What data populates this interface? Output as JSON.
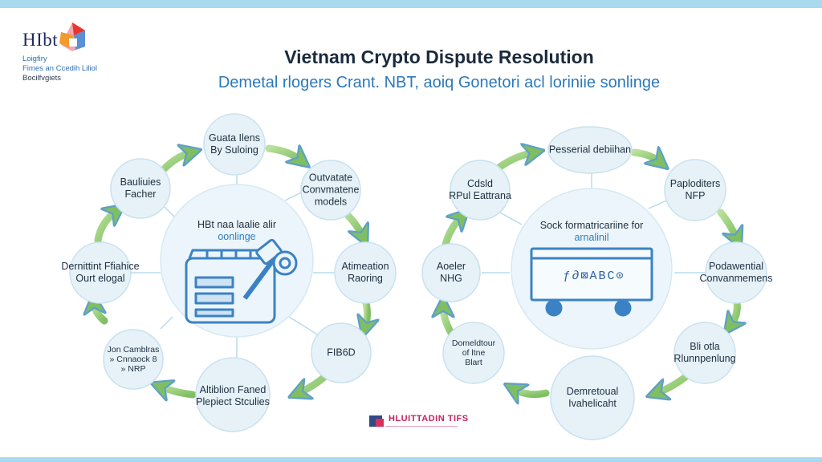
{
  "logo": {
    "brand": "HIbt",
    "line1": "Loigfiry",
    "line2": "Fimes an Ccedih Liliol",
    "line3": "Bocilfvgiets"
  },
  "title": "Vietnam Crypto Dispute Resolution",
  "subtitle": "Demetal rlogers Crant. NBT, aoiq Gonetori acl loriniie sonlinge",
  "left_cycle": {
    "hub": {
      "line1": "HBt naa laalie alir",
      "line2": "oonlinge"
    },
    "nodes": [
      {
        "id": "top",
        "lines": [
          "Guata Ilens",
          "By Suloing"
        ]
      },
      {
        "id": "top-right",
        "lines": [
          "Outvatate",
          "Convmatene",
          "models"
        ]
      },
      {
        "id": "right",
        "lines": [
          "Atimeation",
          "Raoring"
        ]
      },
      {
        "id": "bottom-right",
        "lines": [
          "FIB6D"
        ]
      },
      {
        "id": "bottom",
        "lines": [
          "Altiblion Faned",
          "Plepiect Stculies"
        ]
      },
      {
        "id": "bottom-left",
        "lines": [
          "Jon Camblras",
          "» Cnnaock 8",
          "» NRP"
        ]
      },
      {
        "id": "left",
        "lines": [
          "Dernittint Ffiahice",
          "Ourt elogal"
        ]
      },
      {
        "id": "top-left",
        "lines": [
          "Bauliuies",
          "Facher"
        ]
      }
    ]
  },
  "right_cycle": {
    "hub": {
      "line1": "Sock formatricariine for",
      "line2": "arnalinil"
    },
    "device_text": "ƒ∂⊠ABC⊙",
    "nodes": [
      {
        "id": "top",
        "lines": [
          "Pesserial debiihan"
        ]
      },
      {
        "id": "top-right",
        "lines": [
          "Paploditers",
          "NFP"
        ]
      },
      {
        "id": "right",
        "lines": [
          "Podawential",
          "Convanmemens"
        ]
      },
      {
        "id": "bottom-right",
        "lines": [
          "Bli otla",
          "Rlunnpenlung"
        ]
      },
      {
        "id": "bottom",
        "lines": [
          "Demretoual",
          "Ivahelicaht"
        ]
      },
      {
        "id": "bottom-left",
        "lines": [
          "Domeldtour",
          "of ltne",
          "Blart"
        ]
      },
      {
        "id": "left",
        "lines": [
          "Aoeler",
          "NHG"
        ]
      },
      {
        "id": "top-left",
        "lines": [
          "Cdsld",
          "RPul Eattrana"
        ]
      }
    ]
  },
  "footer": {
    "text": "HLUITTADIN TIFS"
  },
  "colors": {
    "node_fill": "#e6f2f8",
    "node_stroke": "#c9e1ee",
    "hub_fill": "#ecf5fb",
    "arrow": "#8cc66b",
    "arrow_edge": "#5fa0c8",
    "icon": "#3b82c4",
    "band": "#a9d9ef"
  }
}
